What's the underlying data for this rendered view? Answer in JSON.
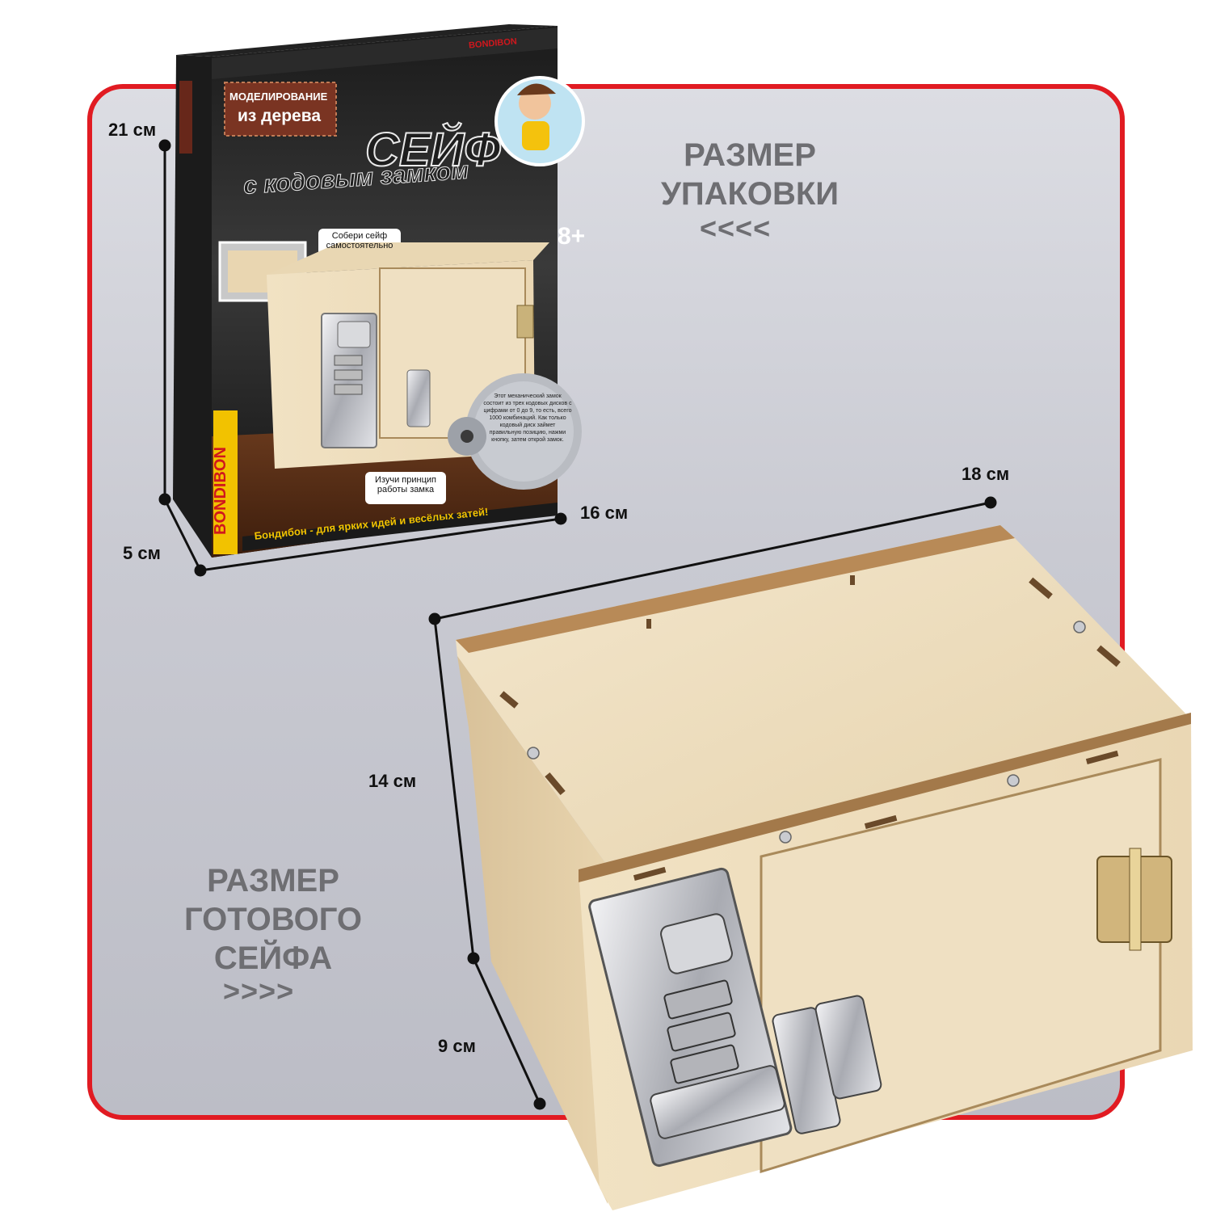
{
  "package": {
    "brand": "BONDIBON",
    "tag_top": "МОДЕЛИРОВАНИЕ",
    "tag_bottom": "из дерева",
    "title": "СЕЙФ",
    "subtitle": "с кодовым замком",
    "age": "8+",
    "bubble_top": "Собери сейф самостоятельно",
    "bubble_bottom": "Изучи принцип работы замка",
    "gear_text": "Этот механический замок состоит из трех кодовых дисков с цифрами от 0 до 9, то есть, всего 1000 комбинаций. Как только кодовый диск займет правильную позицию, нажми кнопку, затем открой замок.",
    "slogan": "Бондибон - для ярких идей и весёлых затей!"
  },
  "dimensions": {
    "box_height": "21 см",
    "box_depth": "5 см",
    "box_width": "16 см",
    "safe_width": "18 см",
    "safe_height": "14 см",
    "safe_depth": "9 см"
  },
  "labels": {
    "package_size_line1": "РАЗМЕР",
    "package_size_line2": "УПАКОВКИ",
    "package_arrows": "<<<<",
    "safe_size_line1": "РАЗМЕР",
    "safe_size_line2": "ГОТОВОГО",
    "safe_size_line3": "СЕЙФА",
    "safe_arrows": ">>>>"
  },
  "colors": {
    "frame": "#e11b22",
    "label_gray": "#6e6e72",
    "wood": "#ead7b4",
    "box_black": "#151515"
  }
}
